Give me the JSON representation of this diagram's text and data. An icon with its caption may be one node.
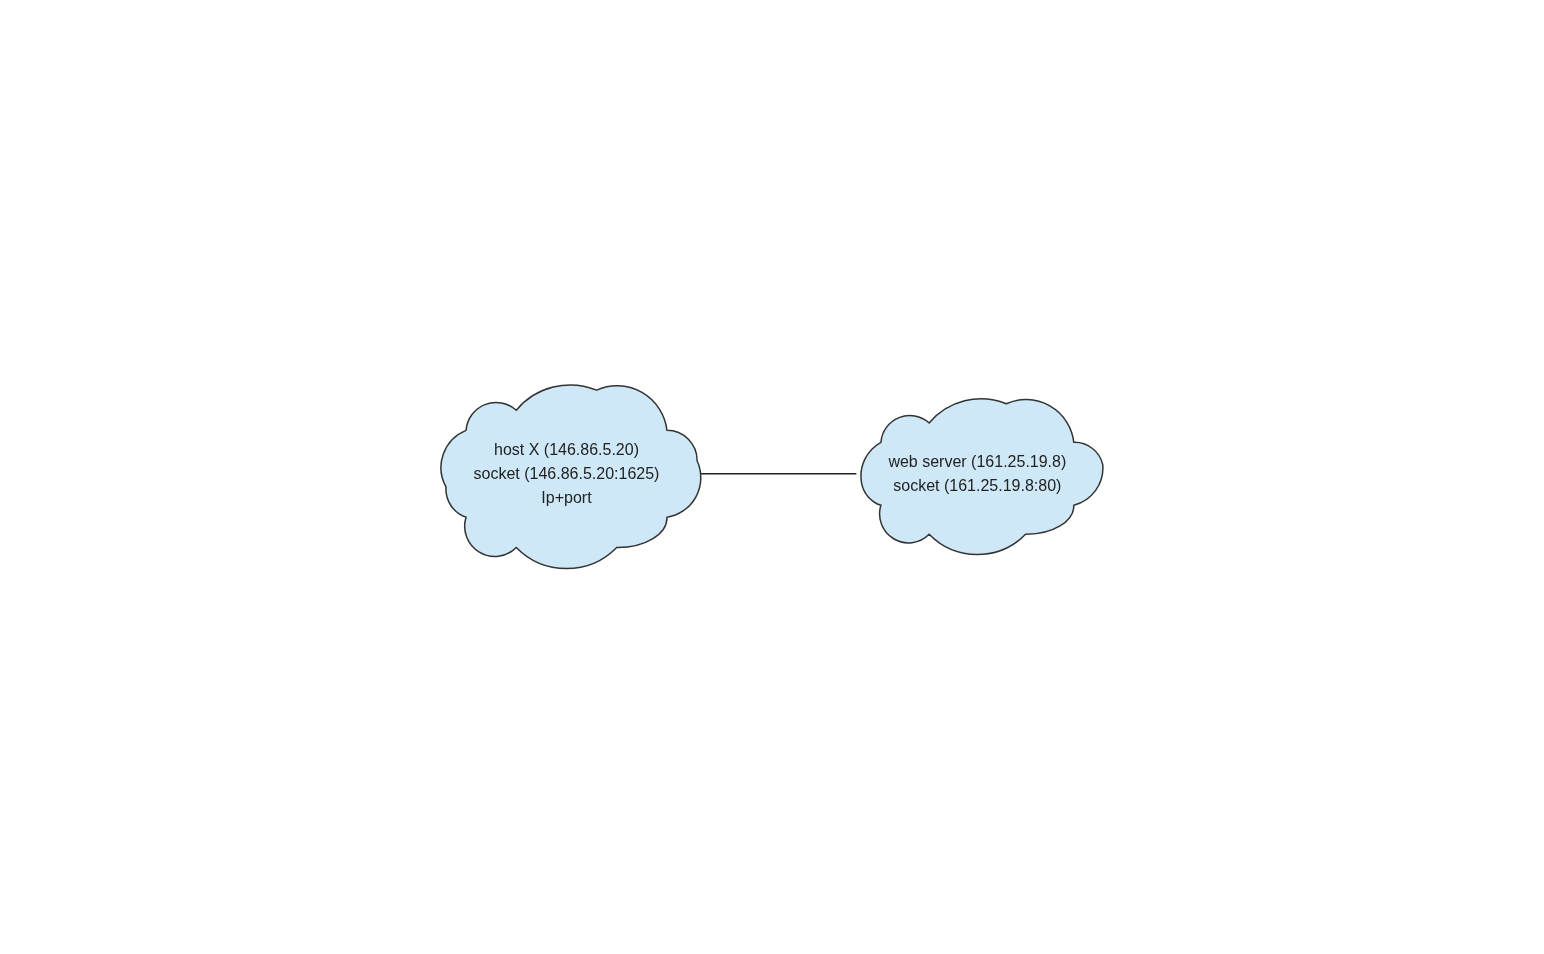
{
  "diagram": {
    "nodes": [
      {
        "text": [
          "host X (146.86.5.20)",
          "socket (146.86.5.20:1625)",
          "Ip+port"
        ]
      },
      {
        "text": [
          "web server (161.25.19.8)",
          "socket (161.25.19.8:80)"
        ]
      }
    ],
    "edges": [
      {
        "from": 0,
        "to": 1,
        "arrow": "none"
      }
    ]
  }
}
